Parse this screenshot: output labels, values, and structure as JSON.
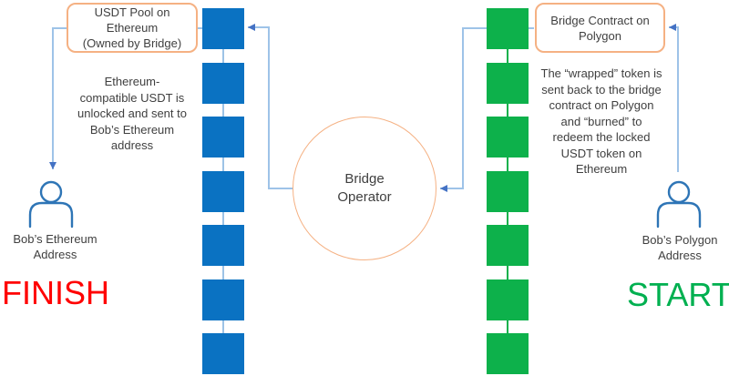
{
  "page": {
    "background": "#ffffff"
  },
  "colors": {
    "ethereum_block": "#0a72c2",
    "ethereum_link": "#9dc3e6",
    "polygon_block": "#0db14b",
    "polygon_link": "#0db14b",
    "connector_line": "#9ec3e8",
    "connector_arrow": "#4472c4",
    "node_border": "#f5b183",
    "person_icon": "#2e75b6",
    "finish_text": "#ff0000",
    "start_text": "#00b050",
    "body_text": "#3f3f3f"
  },
  "left_flow": {
    "pool_box_label": "USDT Pool on\nEthereum\n(Owned by Bridge)",
    "description": "Ethereum-\ncompatible USDT is\nunlocked and sent to\nBob’s Ethereum\naddress",
    "address_label": "Bob’s Ethereum\nAddress",
    "status_label": "FINISH",
    "chain": {
      "name": "ethereum-blockchain",
      "block_name": "ethereum-block",
      "block_count": 7,
      "block_color_key": "ethereum_block",
      "link_color_key": "ethereum_link"
    }
  },
  "center": {
    "operator_label": "Bridge\nOperator"
  },
  "right_flow": {
    "contract_box_label": "Bridge Contract on\nPolygon",
    "description": "The “wrapped” token is\nsent back to the bridge\ncontract on Polygon\nand “burned” to\nredeem the locked\nUSDT token on\nEthereum",
    "address_label": "Bob’s Polygon\nAddress",
    "status_label": "START",
    "chain": {
      "name": "polygon-blockchain",
      "block_name": "polygon-block",
      "block_count": 7,
      "block_color_key": "polygon_block",
      "link_color_key": "polygon_link"
    }
  }
}
